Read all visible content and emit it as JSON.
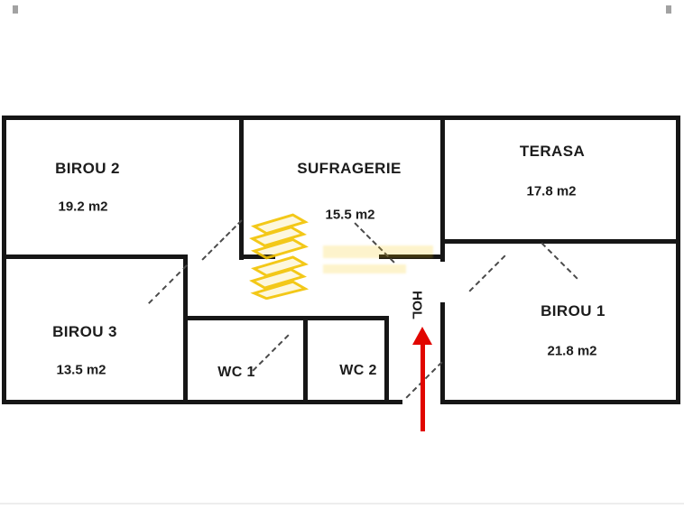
{
  "diagram": {
    "type": "floor-plan"
  },
  "rooms": {
    "birou2": {
      "name": "BIROU 2",
      "area": "19.2 m2"
    },
    "sufragerie": {
      "name": "SUFRAGERIE",
      "area": "15.5 m2"
    },
    "terasa": {
      "name": "TERASA",
      "area": "17.8 m2"
    },
    "birou3": {
      "name": "BIROU 3",
      "area": "13.5 m2"
    },
    "wc1": {
      "name": "WC 1"
    },
    "wc2": {
      "name": "WC 2"
    },
    "hol": {
      "name": "HOL"
    },
    "birou1": {
      "name": "BIROU 1",
      "area": "21.8 m2"
    }
  },
  "icons": {
    "entrance_arrow": "up-arrow"
  },
  "colors": {
    "wall": "#161616",
    "arrow": "#e10600",
    "watermark": "#f2c300",
    "text": "#1c1c1c"
  }
}
